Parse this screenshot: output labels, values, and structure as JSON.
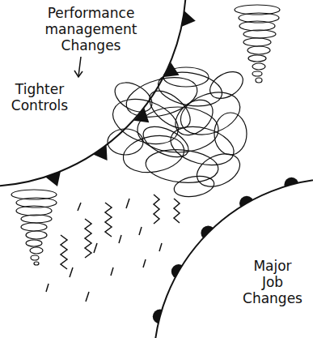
{
  "diagram": {
    "nodes": [
      {
        "text": [
          "Performance management Changes",
          "Tighter Controls"
        ]
      },
      {
        "text": [
          "Major Job Changes"
        ]
      }
    ]
  }
}
